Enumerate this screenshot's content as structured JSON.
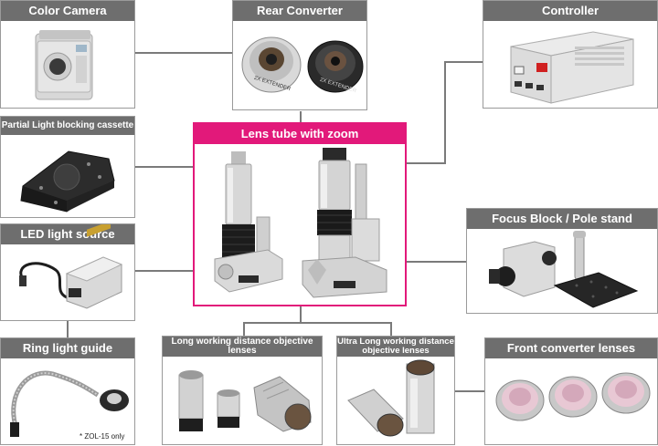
{
  "colors": {
    "header_gray": "#6e6e6e",
    "header_pink": "#e2197a",
    "connector": "#7a7a7a"
  },
  "boxes": {
    "color_camera": {
      "title": "Color Camera"
    },
    "rear_converter": {
      "title": "Rear Converter",
      "lens_text_1": "2X EXTENDER",
      "lens_text_2": "2X EXTENDER"
    },
    "controller": {
      "title": "Controller"
    },
    "partial_light": {
      "title": "Partial Light blocking cassette"
    },
    "lens_tube": {
      "title": "Lens tube with zoom"
    },
    "led_light": {
      "title": "LED light source"
    },
    "focus_block": {
      "title": "Focus Block / Pole stand"
    },
    "ring_light": {
      "title": "Ring light guide",
      "note": "* ZOL-15 only"
    },
    "long_wd": {
      "title": "Long working distance objective lenses"
    },
    "ultra_long_wd": {
      "title_line1": "Ultra Long working distance",
      "title_line2": "objective lenses"
    },
    "front_converter": {
      "title": "Front converter lenses"
    }
  }
}
